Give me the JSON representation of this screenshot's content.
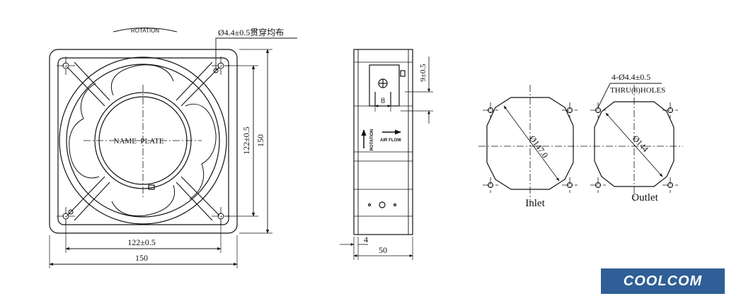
{
  "front_view": {
    "rotation": "ROTATION",
    "hole_note": "Ø4.4±0.5贯穿均布",
    "name_plate": "NAME  PLATE",
    "dim_vertical_inner": "122±0.5",
    "dim_vertical_outer": "150",
    "dim_horizontal_inner": "122±0.5",
    "dim_horizontal_outer": "150"
  },
  "side_view": {
    "terminal_width": "8",
    "terminal_height": "9±0.5",
    "rotation_label": "ROTATION",
    "air_flow_label": "AIR FLOW",
    "flange_thickness": "4",
    "depth": "50"
  },
  "mounting": {
    "hole_note_line1": "4-Ø4.4±0.5",
    "hole_note_line2": "THRU(8)HOLES",
    "inlet_diameter": "Ø147.0",
    "outlet_diameter": "Ø144",
    "inlet_label": "Inlet",
    "outlet_label": "Outlet"
  },
  "brand": {
    "logo_text": "COOLCOM",
    "logo_color": "#2f5f96"
  }
}
